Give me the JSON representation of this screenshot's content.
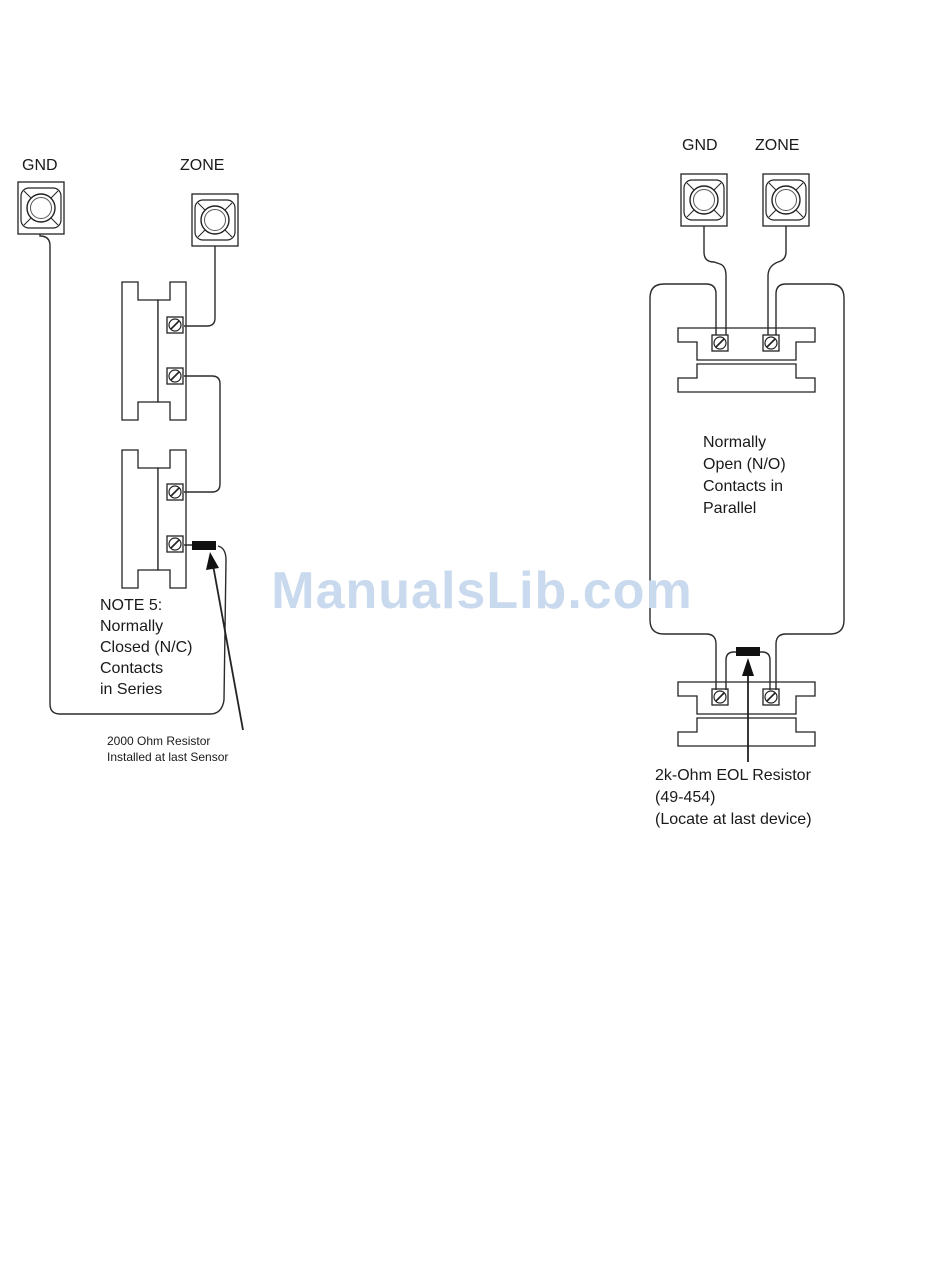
{
  "watermark": "ManualsLib.com",
  "left_diagram": {
    "gnd_label": "GND",
    "zone_label": "ZONE",
    "note_lines": [
      "NOTE 5:",
      "Normally",
      "Closed (N/C)",
      "Contacts",
      "in Series"
    ],
    "resistor_lines": [
      "2000 Ohm Resistor",
      "Installed at last Sensor"
    ]
  },
  "right_diagram": {
    "gnd_label": "GND",
    "zone_label": "ZONE",
    "note_lines": [
      "Normally",
      "Open (N/O)",
      "Contacts in",
      "Parallel"
    ],
    "resistor_lines": [
      "2k-Ohm EOL Resistor",
      "(49-454)",
      "(Locate at last device)"
    ]
  },
  "icons": {
    "terminal": "terminal-screw-icon",
    "screw": "slotted-screw-icon",
    "resistor": "resistor-icon",
    "arrow": "arrow-up-icon"
  }
}
